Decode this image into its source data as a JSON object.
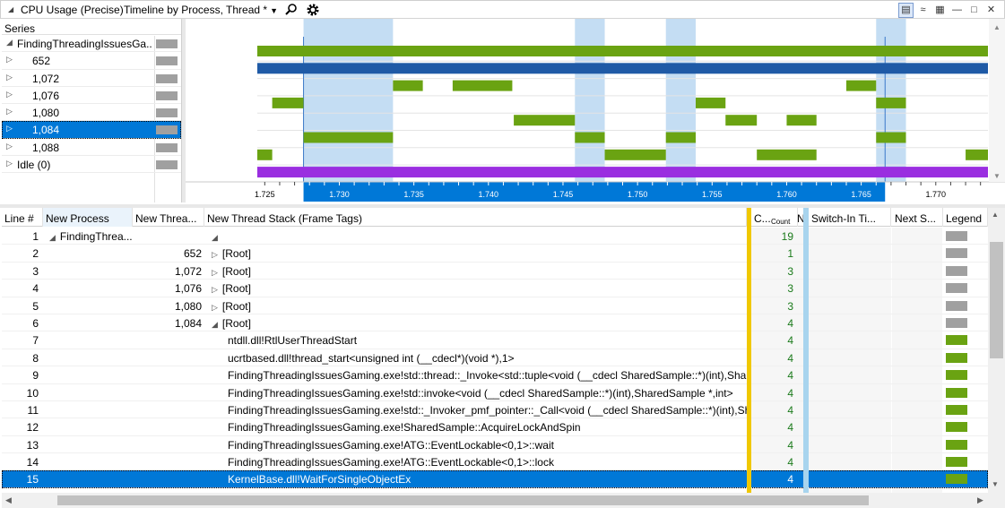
{
  "titlebar": {
    "graph_title": "CPU Usage (Precise)",
    "preset": "Timeline by Process, Thread *"
  },
  "series": {
    "header": "Series",
    "items": [
      {
        "label": "FindingThreadingIssuesGa..."
      },
      {
        "label": "652"
      },
      {
        "label": "1,072"
      },
      {
        "label": "1,076"
      },
      {
        "label": "1,080"
      },
      {
        "label": "1,084"
      },
      {
        "label": "1,088"
      },
      {
        "label": "Idle (0)"
      }
    ]
  },
  "timeline": {
    "colors": {
      "green": "#6aa312",
      "blue": "#1f5aa6",
      "purple": "#9a2ee0",
      "selection": "#c4ddf3",
      "axis_sel": "#0078d7"
    },
    "axis_ticks": [
      "1.725",
      "1.730",
      "1.735",
      "1.740",
      "1.745",
      "1.750",
      "1.755",
      "1.760",
      "1.765",
      "1.770"
    ],
    "axis_tick_times": [
      1.725,
      1.73,
      1.735,
      1.74,
      1.745,
      1.75,
      1.755,
      1.76,
      1.765,
      1.77
    ],
    "axis_range": [
      1.7245,
      1.7735
    ],
    "selection_range": [
      1.7276,
      1.7666
    ],
    "highlights": [
      [
        1.7276,
        1.7336
      ],
      [
        1.7458,
        1.7478
      ],
      [
        1.7519,
        1.7539
      ],
      [
        1.766,
        1.768
      ]
    ],
    "lanes": [
      {
        "series": "FindingThreadingIssuesGa...",
        "color": "#6aa312",
        "segments": [
          [
            1.7245,
            1.7735
          ]
        ]
      },
      {
        "series": "652",
        "color": "#1f5aa6",
        "segments": [
          [
            1.7245,
            1.7735
          ]
        ]
      },
      {
        "series": "1,072",
        "color": "#6aa312",
        "segments": [
          [
            1.7336,
            1.7356
          ],
          [
            1.7376,
            1.7416
          ],
          [
            1.764,
            1.766
          ]
        ]
      },
      {
        "series": "1,076",
        "color": "#6aa312",
        "segments": [
          [
            1.7255,
            1.7276
          ],
          [
            1.7539,
            1.7559
          ],
          [
            1.766,
            1.768
          ]
        ]
      },
      {
        "series": "1,080",
        "color": "#6aa312",
        "segments": [
          [
            1.7417,
            1.7458
          ],
          [
            1.7559,
            1.758
          ],
          [
            1.76,
            1.762
          ]
        ]
      },
      {
        "series": "1,084",
        "color": "#6aa312",
        "segments": [
          [
            1.7276,
            1.7336
          ],
          [
            1.7458,
            1.7478
          ],
          [
            1.7519,
            1.7539
          ],
          [
            1.766,
            1.768
          ]
        ]
      },
      {
        "series": "1,088",
        "color": "#6aa312",
        "segments": [
          [
            1.7245,
            1.7255
          ],
          [
            1.7478,
            1.7519
          ],
          [
            1.758,
            1.762
          ],
          [
            1.772,
            1.7735
          ]
        ]
      },
      {
        "series": "Idle (0)",
        "color": "#9a2ee0",
        "segments": [
          [
            1.7245,
            1.7735
          ]
        ]
      }
    ]
  },
  "table": {
    "columns": [
      "Line #",
      "New Process",
      "New Threa...",
      "New Thread Stack (Frame Tags)",
      "C...",
      "N",
      "Switch-In Ti...",
      "Next S...",
      "Legend"
    ],
    "count_sub": "Count",
    "rows": [
      {
        "line": "1",
        "process": "FindingThrea...",
        "thread": "",
        "stack": "",
        "count": "19",
        "legend": "#a0a0a0",
        "expander": "down",
        "proc_tri": "down"
      },
      {
        "line": "2",
        "process": "",
        "thread": "652",
        "stack": "[Root]",
        "count": "1",
        "legend": "#a0a0a0",
        "expander": "right"
      },
      {
        "line": "3",
        "process": "",
        "thread": "1,072",
        "stack": "[Root]",
        "count": "3",
        "legend": "#a0a0a0",
        "expander": "right"
      },
      {
        "line": "4",
        "process": "",
        "thread": "1,076",
        "stack": "[Root]",
        "count": "3",
        "legend": "#a0a0a0",
        "expander": "right"
      },
      {
        "line": "5",
        "process": "",
        "thread": "1,080",
        "stack": "[Root]",
        "count": "3",
        "legend": "#a0a0a0",
        "expander": "right"
      },
      {
        "line": "6",
        "process": "",
        "thread": "1,084",
        "stack": "[Root]",
        "count": "4",
        "legend": "#a0a0a0",
        "expander": "down"
      },
      {
        "line": "7",
        "process": "",
        "thread": "",
        "stack": "ntdll.dll!RtlUserThreadStart",
        "count": "4",
        "legend": "#6aa312",
        "expander": ""
      },
      {
        "line": "8",
        "process": "",
        "thread": "",
        "stack": "ucrtbased.dll!thread_start<unsigned int (__cdecl*)(void *),1>",
        "count": "4",
        "legend": "#6aa312",
        "expander": ""
      },
      {
        "line": "9",
        "process": "",
        "thread": "",
        "stack": "FindingThreadingIssuesGaming.exe!std::thread::_Invoke<std::tuple<void (__cdecl SharedSample::*)(int),Shar...",
        "count": "4",
        "legend": "#6aa312",
        "expander": ""
      },
      {
        "line": "10",
        "process": "",
        "thread": "",
        "stack": "FindingThreadingIssuesGaming.exe!std::invoke<void (__cdecl SharedSample::*)(int),SharedSample *,int>",
        "count": "4",
        "legend": "#6aa312",
        "expander": ""
      },
      {
        "line": "11",
        "process": "",
        "thread": "",
        "stack": "FindingThreadingIssuesGaming.exe!std::_Invoker_pmf_pointer::_Call<void (__cdecl SharedSample::*)(int),Sha...",
        "count": "4",
        "legend": "#6aa312",
        "expander": ""
      },
      {
        "line": "12",
        "process": "",
        "thread": "",
        "stack": "FindingThreadingIssuesGaming.exe!SharedSample::AcquireLockAndSpin",
        "count": "4",
        "legend": "#6aa312",
        "expander": ""
      },
      {
        "line": "13",
        "process": "",
        "thread": "",
        "stack": "FindingThreadingIssuesGaming.exe!ATG::EventLockable<0,1>::wait",
        "count": "4",
        "legend": "#6aa312",
        "expander": ""
      },
      {
        "line": "14",
        "process": "",
        "thread": "",
        "stack": "FindingThreadingIssuesGaming.exe!ATG::EventLockable<0,1>::lock",
        "count": "4",
        "legend": "#6aa312",
        "expander": ""
      },
      {
        "line": "15",
        "process": "",
        "thread": "",
        "stack": "KernelBase.dll!WaitForSingleObjectEx",
        "count": "4",
        "legend": "#6aa312",
        "expander": ""
      }
    ]
  }
}
